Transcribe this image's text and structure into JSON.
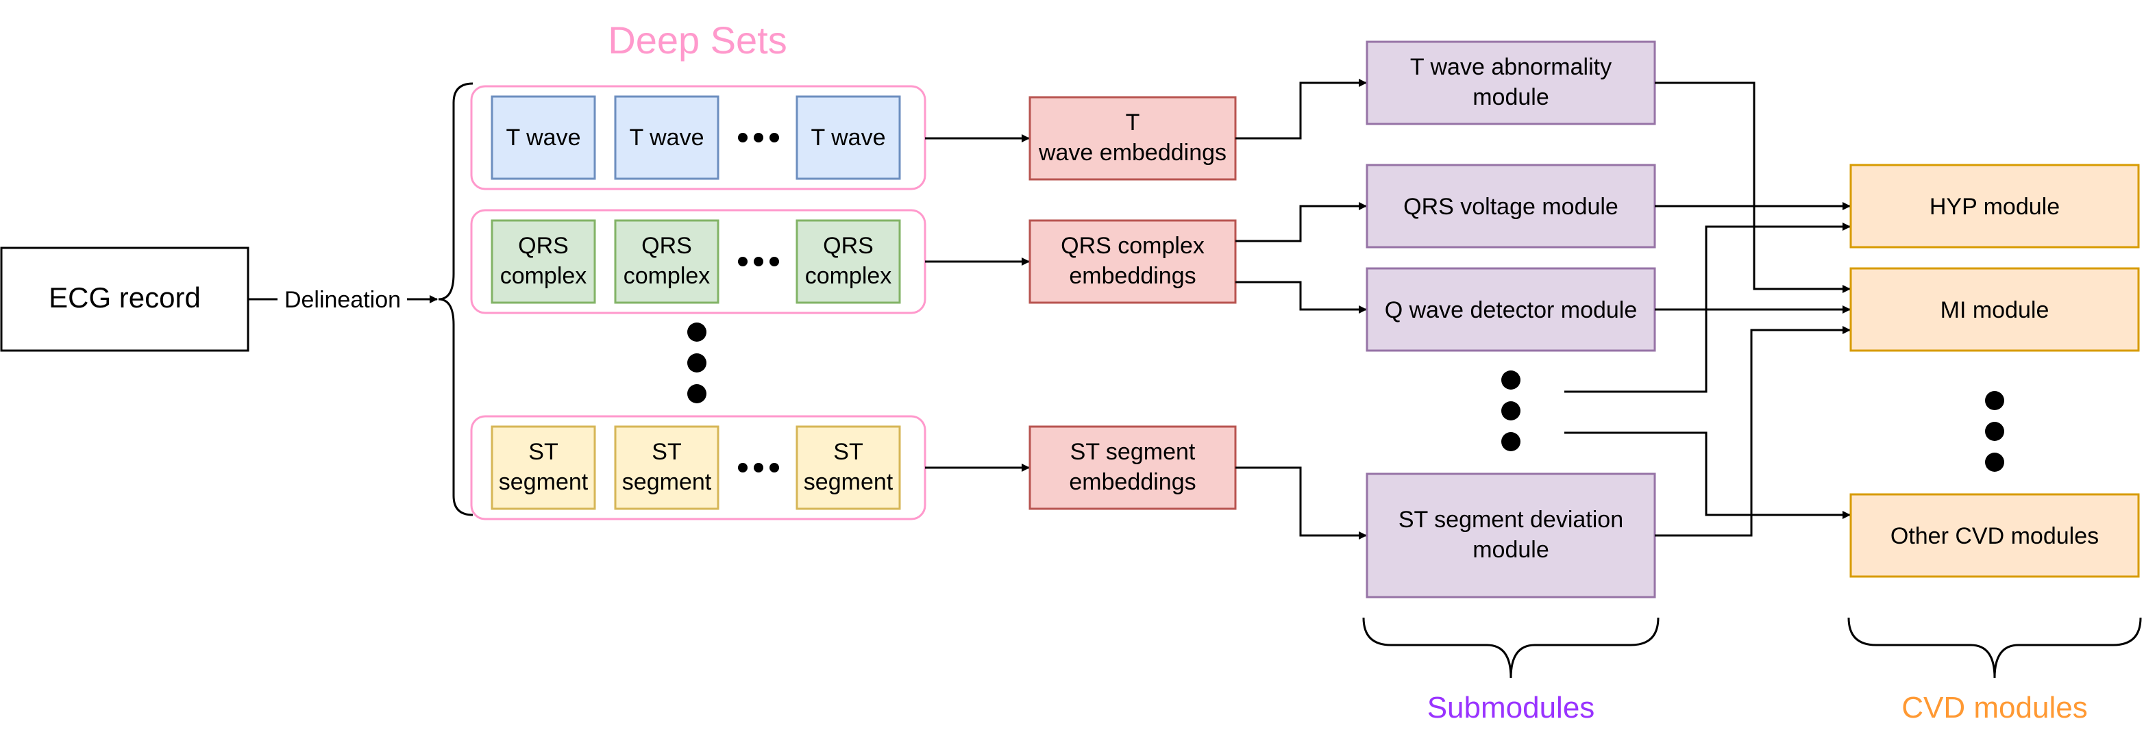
{
  "colors": {
    "wave_fill": "#dae8fc",
    "wave_stroke": "#6c8ebf",
    "qrs_fill": "#d5e8d4",
    "qrs_stroke": "#82b366",
    "st_fill": "#fff2cc",
    "st_stroke": "#d6b656",
    "group_stroke": "#ff99cc",
    "embed_fill": "#f8cecc",
    "embed_stroke": "#b85450",
    "sub_fill": "#e1d5e7",
    "sub_stroke": "#9673a6",
    "cvd_fill": "#ffe6cc",
    "cvd_stroke": "#d79b00",
    "deep_sets_label": "#ff99cc",
    "submodules_label": "#9933ff",
    "cvd_label": "#ff9933"
  },
  "input": {
    "record": "ECG record",
    "delineation": "Delineation"
  },
  "deep_sets": {
    "title": "Deep Sets",
    "rows": [
      {
        "cells": [
          "T wave",
          "T wave",
          "T wave"
        ]
      },
      {
        "cells": [
          "QRS complex",
          "QRS complex",
          "QRS complex"
        ]
      },
      {
        "cells": [
          "ST segment",
          "ST segment",
          "ST segment"
        ]
      }
    ]
  },
  "embeddings": [
    "T wave embeddings",
    "QRS complex embeddings",
    "ST segment embeddings"
  ],
  "submodules": {
    "label": "Submodules",
    "items": [
      "T wave abnormality module",
      "QRS voltage module",
      "Q wave detector module",
      "ST segment deviation module"
    ]
  },
  "cvd_modules": {
    "label": "CVD modules",
    "items": [
      "HYP module",
      "MI module",
      "Other CVD modules"
    ]
  }
}
